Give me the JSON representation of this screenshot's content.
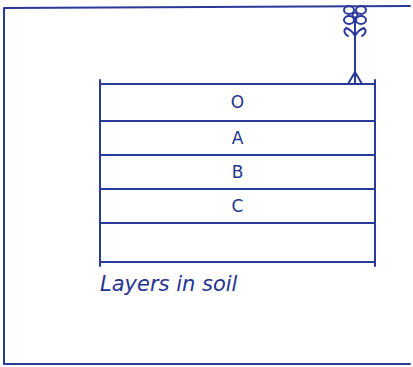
{
  "diagram": {
    "caption": "Layers in soil",
    "nodes": [
      {
        "text": [
          "O"
        ]
      },
      {
        "text": [
          "A"
        ]
      },
      {
        "text": [
          "B"
        ]
      },
      {
        "text": [
          "C"
        ]
      }
    ]
  }
}
